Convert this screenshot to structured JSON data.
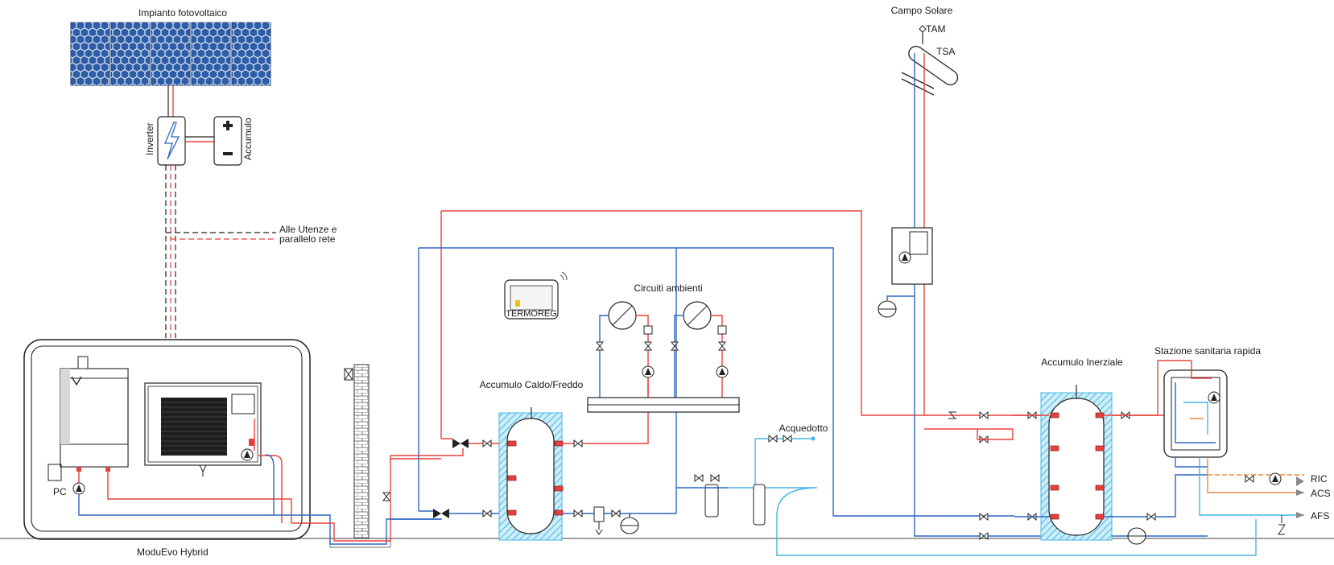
{
  "labels": {
    "pv": "Impianto fotovoltaico",
    "inverter": "Inverter",
    "accumulo": "Accumulo",
    "utenze_line1": "Alle Utenze e",
    "utenze_line2": "parallelo rete",
    "campo_solare": "Campo Solare",
    "tam": "TAM",
    "tsa": "TSA",
    "circuiti": "Circuiti ambienti",
    "accumulo_caldo_freddo": "Accumulo Caldo/Freddo",
    "acquedotto": "Acquedotto",
    "accumulo_inerziale": "Accumulo Inerziale",
    "stazione_sanitaria": "Stazione sanitaria rapida",
    "pc": "PC",
    "moduevo": "ModuEvo Hybrid",
    "termoreg": "TERMOREG",
    "ric": "RIC",
    "acs": "ACS",
    "afs": "AFS"
  },
  "colors": {
    "hot": "#e8403c",
    "cold": "#2f66c4",
    "domestic_cold": "#45b6e6",
    "domestic_hot": "#f0883a",
    "tank_insulation": "#7fd0e8",
    "panel": "#2e5da8"
  },
  "icons": [
    "solar-panel-icon",
    "inverter-icon",
    "battery-icon",
    "heat-pump-icon",
    "boiler-icon",
    "pump-icon",
    "valve-icon",
    "thermostat-icon",
    "solar-collector-icon",
    "expansion-vessel-icon",
    "filter-icon",
    "chimney-icon"
  ]
}
